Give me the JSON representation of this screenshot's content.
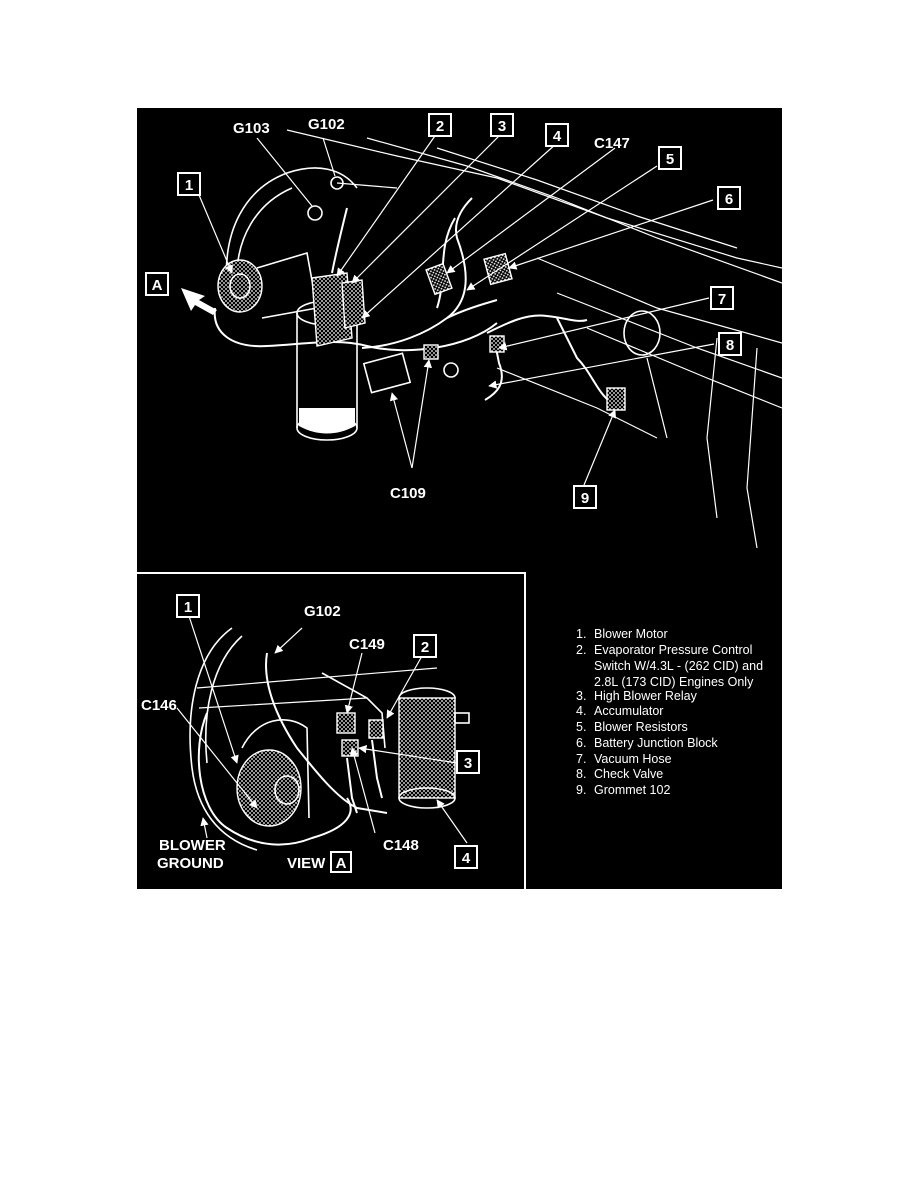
{
  "main_view": {
    "callouts": {
      "n1": "1",
      "n2": "2",
      "n3": "3",
      "n4": "4",
      "n5": "5",
      "n6": "6",
      "n7": "7",
      "n8": "8",
      "n9": "9",
      "view": "A"
    },
    "labels": {
      "g103": "G103",
      "g102": "G102",
      "c147": "C147",
      "c109": "C109"
    }
  },
  "view_a": {
    "callouts": {
      "n1": "1",
      "n2": "2",
      "n3": "3",
      "n4": "4",
      "view": "A"
    },
    "labels": {
      "g102": "G102",
      "c149": "C149",
      "c146": "C146",
      "c148": "C148",
      "blower": "BLOWER",
      "ground": "GROUND",
      "view": "VIEW"
    }
  },
  "legend": [
    {
      "num": "1.",
      "lines": [
        "Blower Motor"
      ]
    },
    {
      "num": "2.",
      "lines": [
        "Evaporator Pressure Control",
        "Switch W/4.3L - (262 CID) and",
        "2.8L (173 CID) Engines Only"
      ]
    },
    {
      "num": "3.",
      "lines": [
        "High Blower Relay"
      ]
    },
    {
      "num": "4.",
      "lines": [
        "Accumulator"
      ]
    },
    {
      "num": "5.",
      "lines": [
        "Blower Resistors"
      ]
    },
    {
      "num": "6.",
      "lines": [
        "Battery Junction Block"
      ]
    },
    {
      "num": "7.",
      "lines": [
        "Vacuum Hose"
      ]
    },
    {
      "num": "8.",
      "lines": [
        "Check Valve"
      ]
    },
    {
      "num": "9.",
      "lines": [
        "Grommet 102"
      ]
    }
  ]
}
